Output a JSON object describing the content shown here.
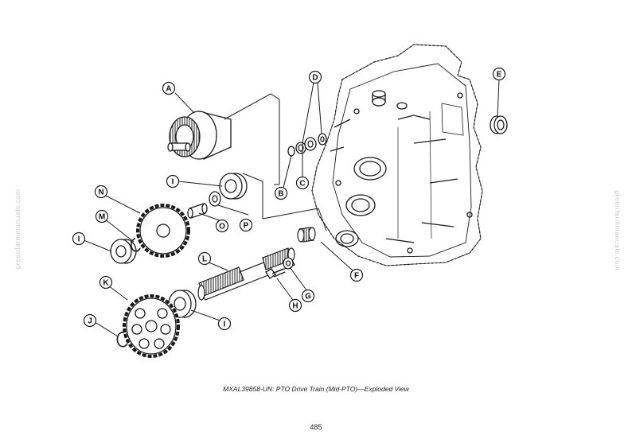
{
  "callouts": {
    "A": "A",
    "B": "B",
    "C": "C",
    "D": "D",
    "E": "E",
    "F": "F",
    "G": "G",
    "H": "H",
    "I": "I",
    "J": "J",
    "K": "K",
    "L": "L",
    "M": "M",
    "N": "N",
    "O": "O",
    "P": "P"
  },
  "watermark": "greenfarmmanuals.com",
  "caption": "MXAL39858-UN: PTO Drive Train (Mid-PTO)—Exploded View",
  "page_number": "485"
}
